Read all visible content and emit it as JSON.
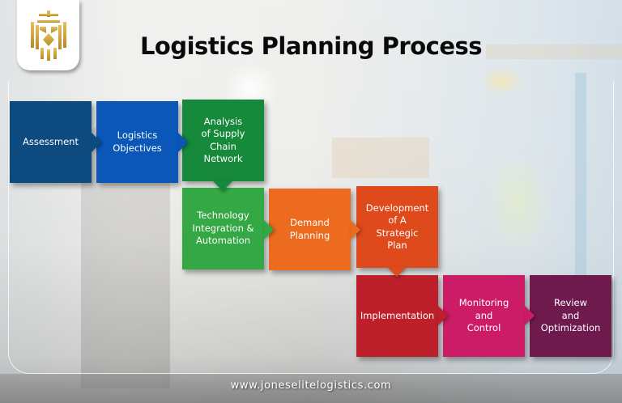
{
  "header": {
    "logo_icon": "lion-crest-icon",
    "logo_color": "#c9a43a",
    "title": "Logistics Planning Process"
  },
  "steps": [
    {
      "label": "Assessment",
      "color": "#0d4a80",
      "row": 1
    },
    {
      "label": "Logistics\nObjectives",
      "color": "#0a57b8",
      "row": 1
    },
    {
      "label": "Analysis\nof Supply\nChain\nNetwork",
      "color": "#168a3a",
      "row": 1
    },
    {
      "label": "Technology\nIntegration &\nAutomation",
      "color": "#34a844",
      "row": 2
    },
    {
      "label": "Demand\nPlanning",
      "color": "#ec6b1e",
      "row": 2
    },
    {
      "label": "Development\nof A\nStrategic\nPlan",
      "color": "#df4a1c",
      "row": 2
    },
    {
      "label": "Implementation",
      "color": "#bd1f2b",
      "row": 3
    },
    {
      "label": "Monitoring\nand\nControl",
      "color": "#cd1c67",
      "row": 3
    },
    {
      "label": "Review\nand\nOptimization",
      "color": "#6e1a4d",
      "row": 3
    }
  ],
  "connectors": [
    {
      "from": 0,
      "to": 1,
      "direction": "right"
    },
    {
      "from": 1,
      "to": 2,
      "direction": "right"
    },
    {
      "from": 2,
      "to": 3,
      "direction": "down"
    },
    {
      "from": 3,
      "to": 4,
      "direction": "right"
    },
    {
      "from": 4,
      "to": 5,
      "direction": "right"
    },
    {
      "from": 5,
      "to": 6,
      "direction": "down"
    },
    {
      "from": 6,
      "to": 7,
      "direction": "right"
    },
    {
      "from": 7,
      "to": 8,
      "direction": "right"
    }
  ],
  "footer": {
    "website": "www.joneselitelogistics.com"
  }
}
